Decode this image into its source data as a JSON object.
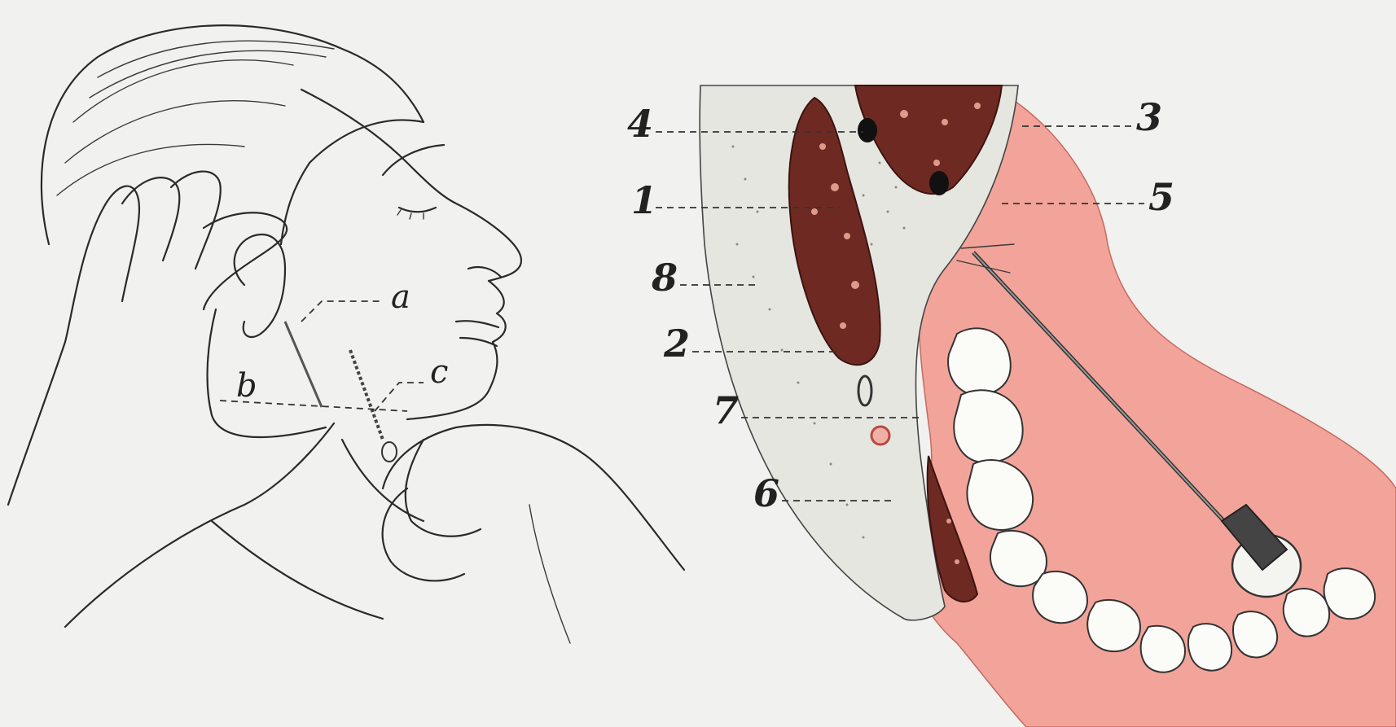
{
  "figure": {
    "left_panel": {
      "labels": {
        "a": "a",
        "b": "b",
        "c": "c"
      }
    },
    "right_panel": {
      "labels": {
        "l4": "4",
        "l1": "1",
        "l8_left": "8",
        "l2": "2",
        "l7": "7",
        "l6": "6",
        "l3_right": "3",
        "l5": "5"
      }
    },
    "colors": {
      "paper": "#f1f1ef",
      "gum": "#f2a49a",
      "bone": "#6e2a22",
      "ink": "#2a2a2a"
    }
  }
}
